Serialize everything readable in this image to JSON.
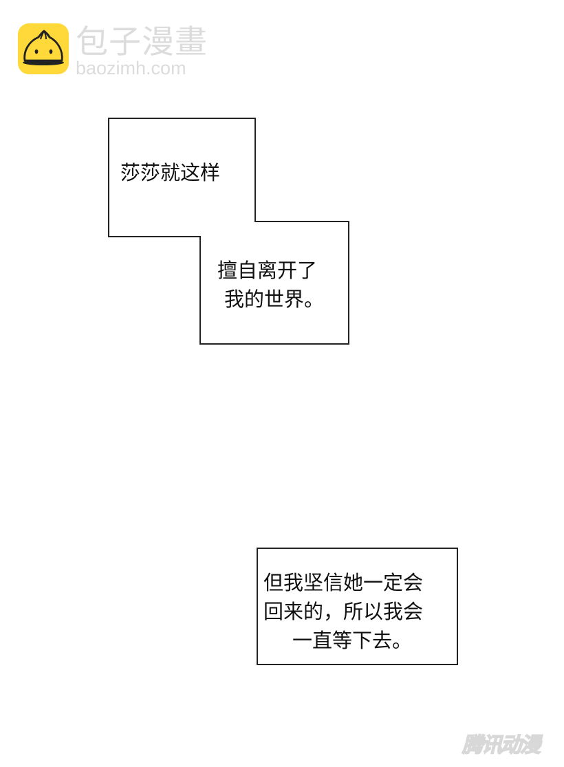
{
  "header": {
    "logo_icon": "bun-mascot-icon",
    "brand_name": "包子漫畫",
    "brand_url": "baozimh.com",
    "logo_color": "#FFD93A"
  },
  "panels": {
    "caption1": {
      "line1": "莎莎就这样"
    },
    "caption2": {
      "line1": "擅自离开了",
      "line2": "我的世界。"
    },
    "caption3": {
      "line1": "但我坚信她一定会",
      "line2": "回来的，所以我会",
      "line3": "一直等下去。"
    }
  },
  "footer": {
    "watermark": "腾讯动漫"
  }
}
